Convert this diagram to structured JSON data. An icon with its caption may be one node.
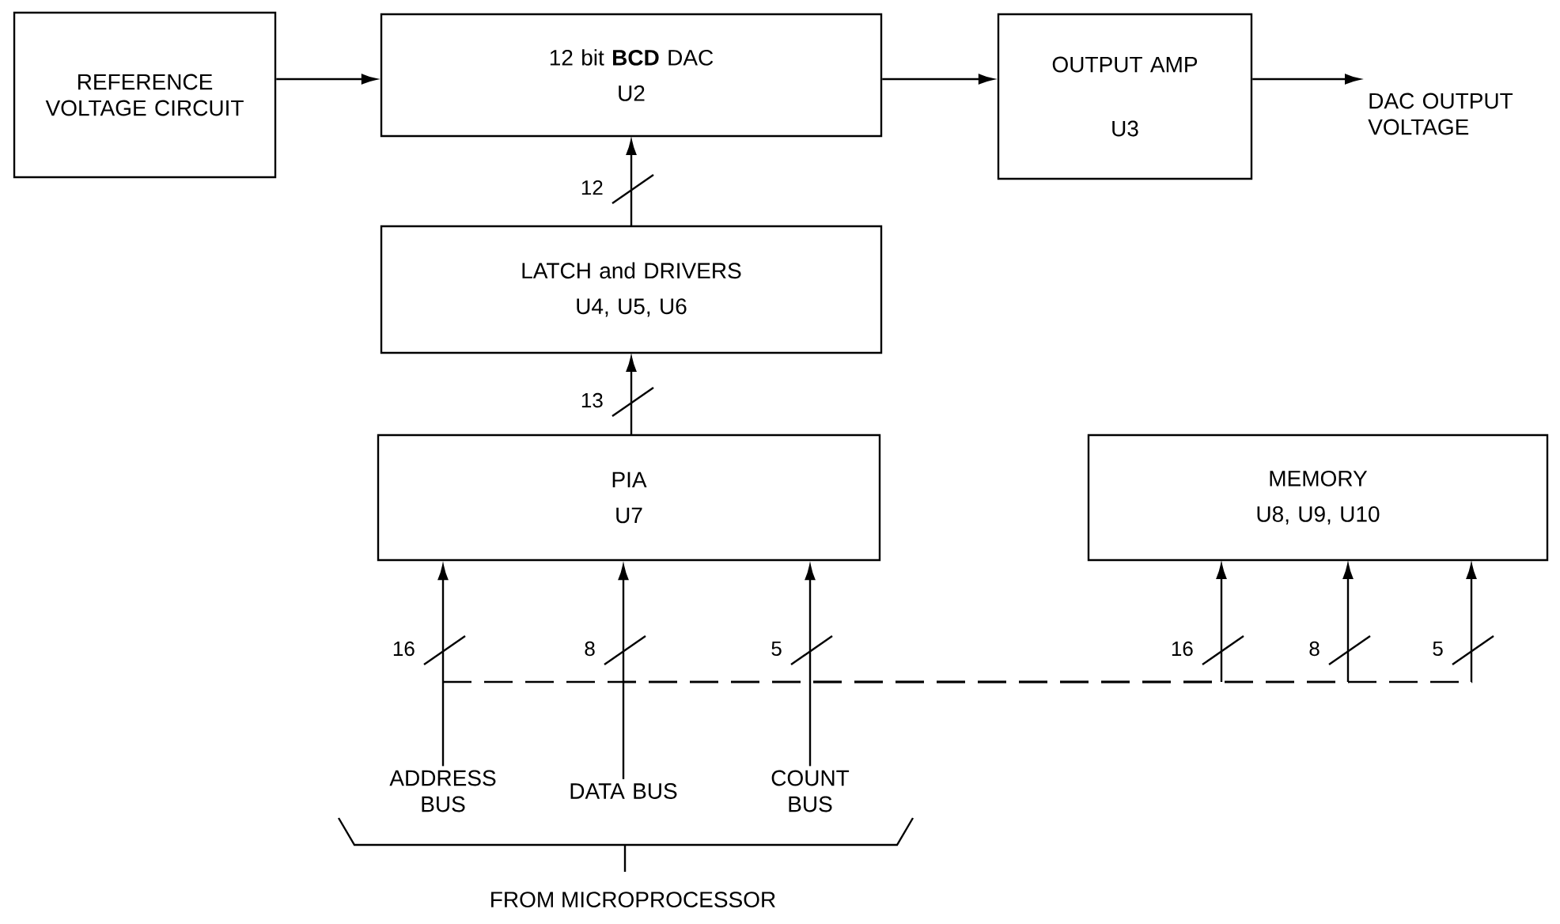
{
  "diagram": {
    "nodes": [
      {
        "text": [
          "REFERENCE VOLTAGE CIRCUIT"
        ]
      },
      {
        "text": [
          "12 bit **BCD** DAC",
          "U2"
        ]
      },
      {
        "text": [
          "OUTPUT AMP",
          "U3"
        ]
      },
      {
        "text": [
          "DAC OUTPUT VOLTAGE"
        ]
      },
      {
        "text": [
          "LATCH and DRIVERS",
          "U4, U5, U6"
        ]
      },
      {
        "text": [
          "PIA",
          "U7"
        ]
      },
      {
        "text": [
          "MEMORY",
          "U8, U9, U10"
        ]
      },
      {
        "text": [
          "ADDRESS BUS"
        ]
      },
      {
        "text": [
          "DATA BUS"
        ]
      },
      {
        "text": [
          "COUNT BUS"
        ]
      }
    ],
    "edges": [
      {
        "from": 0,
        "to": 1,
        "arrow": "to"
      },
      {
        "from": 1,
        "to": 2,
        "arrow": "to"
      },
      {
        "from": 2,
        "to": 3,
        "arrow": "to"
      },
      {
        "from": 4,
        "to": 1,
        "arrow": "to",
        "label": "12"
      },
      {
        "from": 5,
        "to": 4,
        "arrow": "to",
        "label": "13"
      },
      {
        "from": 7,
        "to": 5,
        "arrow": "to",
        "label": "16"
      },
      {
        "from": 8,
        "to": 5,
        "arrow": "to",
        "label": "8"
      },
      {
        "from": 9,
        "to": 5,
        "arrow": "to",
        "label": "5"
      },
      {
        "from": 7,
        "to": 6,
        "arrow": "to",
        "label": "16",
        "style": "dashed"
      },
      {
        "from": 8,
        "to": 6,
        "arrow": "to",
        "label": "8",
        "style": "dashed"
      },
      {
        "from": 9,
        "to": 6,
        "arrow": "to",
        "label": "5",
        "style": "dashed"
      }
    ],
    "labels": [
      "FROM MICROPROCESSOR"
    ]
  }
}
